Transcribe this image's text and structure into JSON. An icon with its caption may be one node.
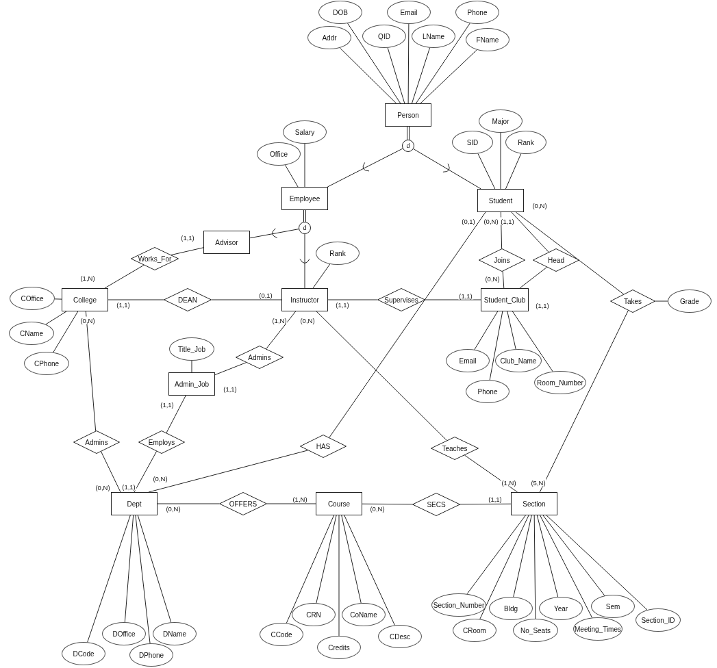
{
  "diagram": {
    "nodes": [
      {
        "text": [
          "DOB"
        ]
      },
      {
        "text": [
          "Email"
        ]
      },
      {
        "text": [
          "Phone"
        ]
      },
      {
        "text": [
          "Addr"
        ]
      },
      {
        "text": [
          "QID"
        ]
      },
      {
        "text": [
          "LName"
        ]
      },
      {
        "text": [
          "FName"
        ]
      },
      {
        "text": [
          "Person"
        ]
      },
      {
        "text": [
          "d"
        ]
      },
      {
        "text": [
          "Major"
        ]
      },
      {
        "text": [
          "Salary"
        ]
      },
      {
        "text": [
          "SID"
        ]
      },
      {
        "text": [
          "Rank"
        ]
      },
      {
        "text": [
          "Office"
        ]
      },
      {
        "text": [
          "Employee"
        ]
      },
      {
        "text": [
          "Student"
        ]
      },
      {
        "text": [
          "d"
        ]
      },
      {
        "text": [
          "Advisor"
        ]
      },
      {
        "text": [
          "Works_For"
        ]
      },
      {
        "text": [
          "Rank"
        ]
      },
      {
        "text": [
          "Joins"
        ]
      },
      {
        "text": [
          "Head"
        ]
      },
      {
        "text": [
          "COffice"
        ]
      },
      {
        "text": [
          "College"
        ]
      },
      {
        "text": [
          "DEAN"
        ]
      },
      {
        "text": [
          "Instructor"
        ]
      },
      {
        "text": [
          "Supervises"
        ]
      },
      {
        "text": [
          "Student_Club"
        ]
      },
      {
        "text": [
          "Takes"
        ]
      },
      {
        "text": [
          "Grade"
        ]
      },
      {
        "text": [
          "CName"
        ]
      },
      {
        "text": [
          "Title_Job"
        ]
      },
      {
        "text": [
          "Admins"
        ]
      },
      {
        "text": [
          "Email"
        ]
      },
      {
        "text": [
          "Club_Name"
        ]
      },
      {
        "text": [
          "CPhone"
        ]
      },
      {
        "text": [
          "Admin_Job"
        ]
      },
      {
        "text": [
          "Room_Number"
        ]
      },
      {
        "text": [
          "Phone"
        ]
      },
      {
        "text": [
          "Admins"
        ]
      },
      {
        "text": [
          "Employs"
        ]
      },
      {
        "text": [
          "HAS"
        ]
      },
      {
        "text": [
          "Teaches"
        ]
      },
      {
        "text": [
          "Dept"
        ]
      },
      {
        "text": [
          "OFFERS"
        ]
      },
      {
        "text": [
          "Course"
        ]
      },
      {
        "text": [
          "SECS"
        ]
      },
      {
        "text": [
          "Section"
        ]
      },
      {
        "text": [
          "Section_Number"
        ]
      },
      {
        "text": [
          "Bldg"
        ]
      },
      {
        "text": [
          "Year"
        ]
      },
      {
        "text": [
          "Sem"
        ]
      },
      {
        "text": [
          "CRN"
        ]
      },
      {
        "text": [
          "CoName"
        ]
      },
      {
        "text": [
          "DOffice"
        ]
      },
      {
        "text": [
          "DName"
        ]
      },
      {
        "text": [
          "CRoom"
        ]
      },
      {
        "text": [
          "No_Seats"
        ]
      },
      {
        "text": [
          "Meeting_Times"
        ]
      },
      {
        "text": [
          "Section_ID"
        ]
      },
      {
        "text": [
          "CCode"
        ]
      },
      {
        "text": [
          "CDesc"
        ]
      },
      {
        "text": [
          "Credits"
        ]
      },
      {
        "text": [
          "DCode"
        ]
      },
      {
        "text": [
          "DPhone"
        ]
      }
    ],
    "edges": [
      {
        "from": 0,
        "to": 7,
        "arrow": "none"
      },
      {
        "from": 1,
        "to": 7,
        "arrow": "none"
      },
      {
        "from": 2,
        "to": 7,
        "arrow": "none"
      },
      {
        "from": 3,
        "to": 7,
        "arrow": "none"
      },
      {
        "from": 4,
        "to": 7,
        "arrow": "none"
      },
      {
        "from": 5,
        "to": 7,
        "arrow": "none"
      },
      {
        "from": 6,
        "to": 7,
        "arrow": "none"
      },
      {
        "from": 7,
        "to": 8,
        "arrow": "none"
      },
      {
        "from": 8,
        "to": 14,
        "arrow": "none"
      },
      {
        "from": 8,
        "to": 15,
        "arrow": "none"
      },
      {
        "from": 10,
        "to": 14,
        "arrow": "none"
      },
      {
        "from": 13,
        "to": 14,
        "arrow": "none"
      },
      {
        "from": 9,
        "to": 15,
        "arrow": "none"
      },
      {
        "from": 11,
        "to": 15,
        "arrow": "none"
      },
      {
        "from": 12,
        "to": 15,
        "arrow": "none"
      },
      {
        "from": 14,
        "to": 16,
        "arrow": "none"
      },
      {
        "from": 16,
        "to": 17,
        "arrow": "none"
      },
      {
        "from": 16,
        "to": 25,
        "arrow": "none"
      },
      {
        "from": 19,
        "to": 25,
        "arrow": "none"
      },
      {
        "from": 17,
        "to": 18,
        "arrow": "none",
        "label": "(1,1)"
      },
      {
        "from": 18,
        "to": 23,
        "arrow": "none",
        "label": "(1,N)"
      },
      {
        "from": 23,
        "to": 24,
        "arrow": "none",
        "label": "(1,1)"
      },
      {
        "from": 24,
        "to": 25,
        "arrow": "none",
        "label": "(0,1)"
      },
      {
        "from": 25,
        "to": 26,
        "arrow": "none",
        "label": "(1,1)"
      },
      {
        "from": 26,
        "to": 27,
        "arrow": "none",
        "label": "(1,1)"
      },
      {
        "from": 15,
        "to": 20,
        "arrow": "none",
        "label": "(0,N)"
      },
      {
        "from": 20,
        "to": 27,
        "arrow": "none",
        "label": "(0,N)"
      },
      {
        "from": 15,
        "to": 21,
        "arrow": "none",
        "label": "(1,1)"
      },
      {
        "from": 21,
        "to": 27,
        "arrow": "none",
        "label": "(1,1)"
      },
      {
        "from": 15,
        "to": 28,
        "arrow": "none",
        "label": "(0,N)"
      },
      {
        "from": 28,
        "to": 29,
        "arrow": "none"
      },
      {
        "from": 28,
        "to": 47,
        "arrow": "none",
        "label": "(5,N)"
      },
      {
        "from": 15,
        "to": 41,
        "arrow": "none",
        "label": "(0,1)"
      },
      {
        "from": 41,
        "to": 43,
        "arrow": "none",
        "label": "(0,N)"
      },
      {
        "from": 22,
        "to": 23,
        "arrow": "none"
      },
      {
        "from": 30,
        "to": 23,
        "arrow": "none"
      },
      {
        "from": 35,
        "to": 23,
        "arrow": "none"
      },
      {
        "from": 25,
        "to": 32,
        "arrow": "none",
        "label": "(1,N)"
      },
      {
        "from": 32,
        "to": 36,
        "arrow": "none",
        "label": "(1,1)"
      },
      {
        "from": 31,
        "to": 36,
        "arrow": "none"
      },
      {
        "from": 36,
        "to": 40,
        "arrow": "none",
        "label": "(1,1)"
      },
      {
        "from": 40,
        "to": 43,
        "arrow": "none",
        "label": "(1,1)"
      },
      {
        "from": 23,
        "to": 39,
        "arrow": "none",
        "label": "(0,N)"
      },
      {
        "from": 39,
        "to": 43,
        "arrow": "none",
        "label": "(0,N)"
      },
      {
        "from": 25,
        "to": 42,
        "arrow": "none",
        "label": "(0,N)"
      },
      {
        "from": 42,
        "to": 47,
        "arrow": "none",
        "label": "(1,N)"
      },
      {
        "from": 43,
        "to": 44,
        "arrow": "none",
        "label": "(0,N)"
      },
      {
        "from": 44,
        "to": 45,
        "arrow": "none",
        "label": "(1,N)"
      },
      {
        "from": 45,
        "to": 46,
        "arrow": "none",
        "label": "(0,N)"
      },
      {
        "from": 46,
        "to": 47,
        "arrow": "none",
        "label": "(1,1)"
      },
      {
        "from": 33,
        "to": 27,
        "arrow": "none"
      },
      {
        "from": 34,
        "to": 27,
        "arrow": "none"
      },
      {
        "from": 37,
        "to": 27,
        "arrow": "none"
      },
      {
        "from": 38,
        "to": 27,
        "arrow": "none"
      },
      {
        "from": 63,
        "to": 43,
        "arrow": "none"
      },
      {
        "from": 54,
        "to": 43,
        "arrow": "none"
      },
      {
        "from": 64,
        "to": 43,
        "arrow": "none"
      },
      {
        "from": 55,
        "to": 43,
        "arrow": "none"
      },
      {
        "from": 60,
        "to": 45,
        "arrow": "none"
      },
      {
        "from": 52,
        "to": 45,
        "arrow": "none"
      },
      {
        "from": 62,
        "to": 45,
        "arrow": "none"
      },
      {
        "from": 53,
        "to": 45,
        "arrow": "none"
      },
      {
        "from": 61,
        "to": 45,
        "arrow": "none"
      },
      {
        "from": 48,
        "to": 47,
        "arrow": "none"
      },
      {
        "from": 49,
        "to": 47,
        "arrow": "none"
      },
      {
        "from": 50,
        "to": 47,
        "arrow": "none"
      },
      {
        "from": 51,
        "to": 47,
        "arrow": "none"
      },
      {
        "from": 56,
        "to": 47,
        "arrow": "none"
      },
      {
        "from": 57,
        "to": 47,
        "arrow": "none"
      },
      {
        "from": 58,
        "to": 47,
        "arrow": "none"
      },
      {
        "from": 59,
        "to": 47,
        "arrow": "none"
      }
    ]
  }
}
